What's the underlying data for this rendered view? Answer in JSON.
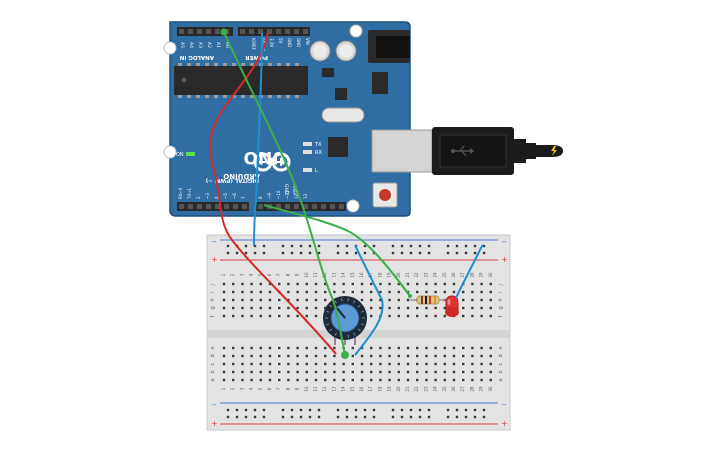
{
  "colors": {
    "board": "#2f6da3",
    "board_edge": "#1f4e79",
    "header": "#2b2b2b",
    "breadboard": "#e3e3e3",
    "rail_red": "#d83b3b",
    "rail_blue": "#4a7bd4",
    "wire_red": "#d42a2a",
    "wire_green": "#3cae4a",
    "wire_blue": "#1e8fd0",
    "led": "#e03434",
    "pot_knob": "#5b9ad6",
    "usb_plug": "#1c1c1c"
  },
  "arduino": {
    "analog_in_label": "ANALOG IN",
    "power_label": "POWER",
    "analog_pins": [
      "A5",
      "A4",
      "A3",
      "A2",
      "A1",
      "A0"
    ],
    "power_pins": [
      "VIN",
      "GND",
      "GND",
      "5V",
      "3.3V",
      "RESET",
      "IOREF"
    ],
    "brand": "ARDUINO",
    "model": "UNO",
    "on_label": "ON",
    "tx_label": "TX",
    "rx_label": "RX",
    "l_label": "L",
    "digital_label": "DIGITAL (PWM ~)",
    "aref_label": "AREF",
    "gnd_label": "GND",
    "digital_pins": [
      "RX←0",
      "TX→1",
      "2",
      "~3",
      "4",
      "~5",
      "~6",
      "7",
      "8",
      "~9",
      "~10",
      "~11",
      "12",
      "13"
    ]
  },
  "breadboard": {
    "plus": "+",
    "minus": "−",
    "row_letters_top": [
      "j",
      "i",
      "h",
      "g",
      "f"
    ],
    "row_letters_bottom": [
      "e",
      "d",
      "c",
      "b",
      "a"
    ],
    "columns": [
      "1",
      "2",
      "3",
      "4",
      "5",
      "6",
      "7",
      "8",
      "9",
      "10",
      "11",
      "12",
      "13",
      "14",
      "15",
      "16",
      "17",
      "18",
      "19",
      "20",
      "21",
      "22",
      "23",
      "24",
      "25",
      "26",
      "27",
      "28",
      "29",
      "30"
    ]
  },
  "icons": {
    "usb": "usb-icon",
    "bolt": "lightning-bolt-icon",
    "reset": "reset-button"
  }
}
